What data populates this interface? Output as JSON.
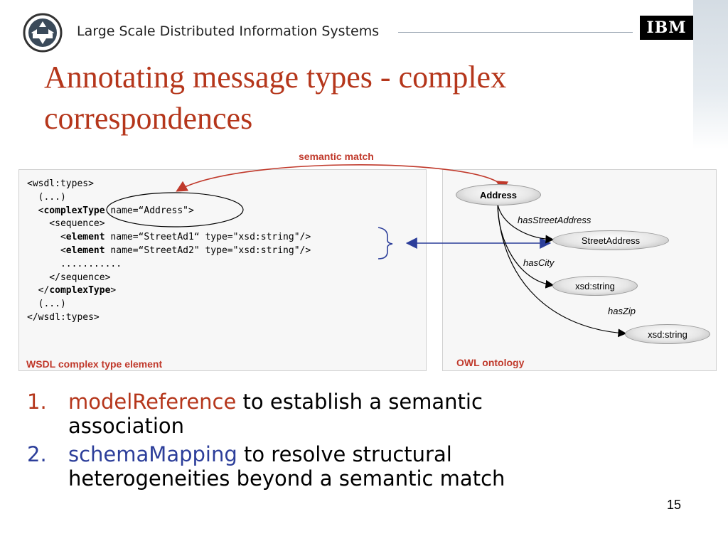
{
  "header": {
    "logo_icon": "lsdis-logo-icon",
    "title": "Large Scale Distributed Information Systems",
    "brand_logo_text": "IBM"
  },
  "slide": {
    "title_line1": "Annotating message types - complex",
    "title_line2": "correspondences"
  },
  "code_lines": [
    [
      "",
      "<wsdl:types>",
      "",
      ""
    ],
    [
      "  ",
      "(...)",
      "",
      ""
    ],
    [
      "  ",
      "<",
      "complexType",
      " name=“Address\">"
    ],
    [
      "    ",
      "<sequence>",
      "",
      ""
    ],
    [
      "      ",
      "<",
      "element",
      " name=“StreetAd1“ type=\"xsd:string\"/>"
    ],
    [
      "      ",
      "<",
      "element",
      " name=“StreetAd2\" type=\"xsd:string\"/>"
    ],
    [
      "      ",
      "...........",
      "",
      ""
    ],
    [
      "    ",
      "</sequence>",
      "",
      ""
    ],
    [
      "  ",
      "</",
      "complexType",
      ">"
    ],
    [
      "  ",
      "(...)",
      "",
      ""
    ],
    [
      "",
      "</wsdl:types>",
      "",
      ""
    ]
  ],
  "diagram": {
    "match_label": "semantic match",
    "wsdl_panel_label": "WSDL complex type element",
    "owl_panel_label": "OWL ontology",
    "nodes": {
      "address": "Address",
      "street_address": "StreetAddress",
      "xsd_string_1": "xsd:string",
      "xsd_string_2": "xsd:string"
    },
    "edges": {
      "has_street_address": "hasStreetAddress",
      "has_city": "hasCity",
      "has_zip": "hasZip"
    },
    "colors": {
      "match_arrow": "#c0392b",
      "mapping_arrow": "#2c3e9a",
      "edges": "#000000"
    }
  },
  "bullets": [
    {
      "number": "1.",
      "term": "modelReference",
      "rest_line1": " to establish a semantic",
      "rest_line2": "association",
      "color": "#b5361b"
    },
    {
      "number": "2.",
      "term": "schemaMapping",
      "rest_line1": " to resolve structural",
      "rest_line2": "heterogeneities beyond a semantic match",
      "color": "#2c3e9a"
    }
  ],
  "page_number": "15"
}
